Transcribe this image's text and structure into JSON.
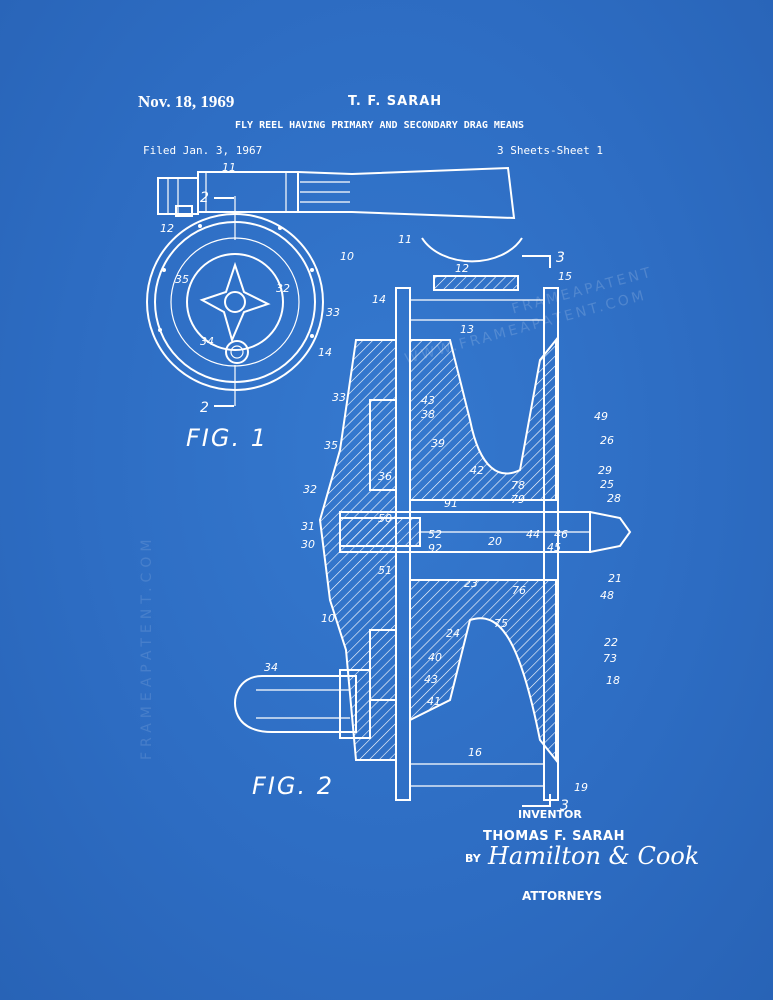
{
  "header": {
    "date": "Nov. 18, 1969",
    "inventor_top": "T. F. SARAH",
    "title": "FLY REEL HAVING PRIMARY AND SECONDARY DRAG MEANS",
    "filed": "Filed Jan. 3, 1967",
    "sheets": "3 Sheets-Sheet 1"
  },
  "figures": {
    "fig1_label": "FIG. 1",
    "fig2_label": "FIG. 2"
  },
  "fig1_refs": [
    "11",
    "2",
    "12",
    "10",
    "35",
    "32",
    "33",
    "34",
    "14",
    "2"
  ],
  "fig2_refs": [
    "11",
    "3",
    "15",
    "12",
    "14",
    "13",
    "33",
    "43",
    "38",
    "49",
    "26",
    "39",
    "35",
    "42",
    "29",
    "25",
    "36",
    "78",
    "79",
    "28",
    "32",
    "91",
    "31",
    "50",
    "44",
    "46",
    "52",
    "30",
    "92",
    "20",
    "45",
    "51",
    "23",
    "76",
    "21",
    "48",
    "10",
    "75",
    "24",
    "22",
    "40",
    "73",
    "34",
    "43",
    "18",
    "41",
    "16",
    "19",
    "3"
  ],
  "signature_block": {
    "inventor_label": "INVENTOR",
    "inventor_name": "THOMAS F. SARAH",
    "by": "BY",
    "signature": "Hamilton & Cook",
    "attorneys": "ATTORNEYS"
  },
  "watermarks": {
    "vertical": "FRAMEAPATENT.COM",
    "diag1": "WWW.FRAMEAPATENT.COM",
    "diag2": "FRAMEAPATENT"
  },
  "colors": {
    "background": "#2f6fc4",
    "ink": "#ffffff"
  }
}
